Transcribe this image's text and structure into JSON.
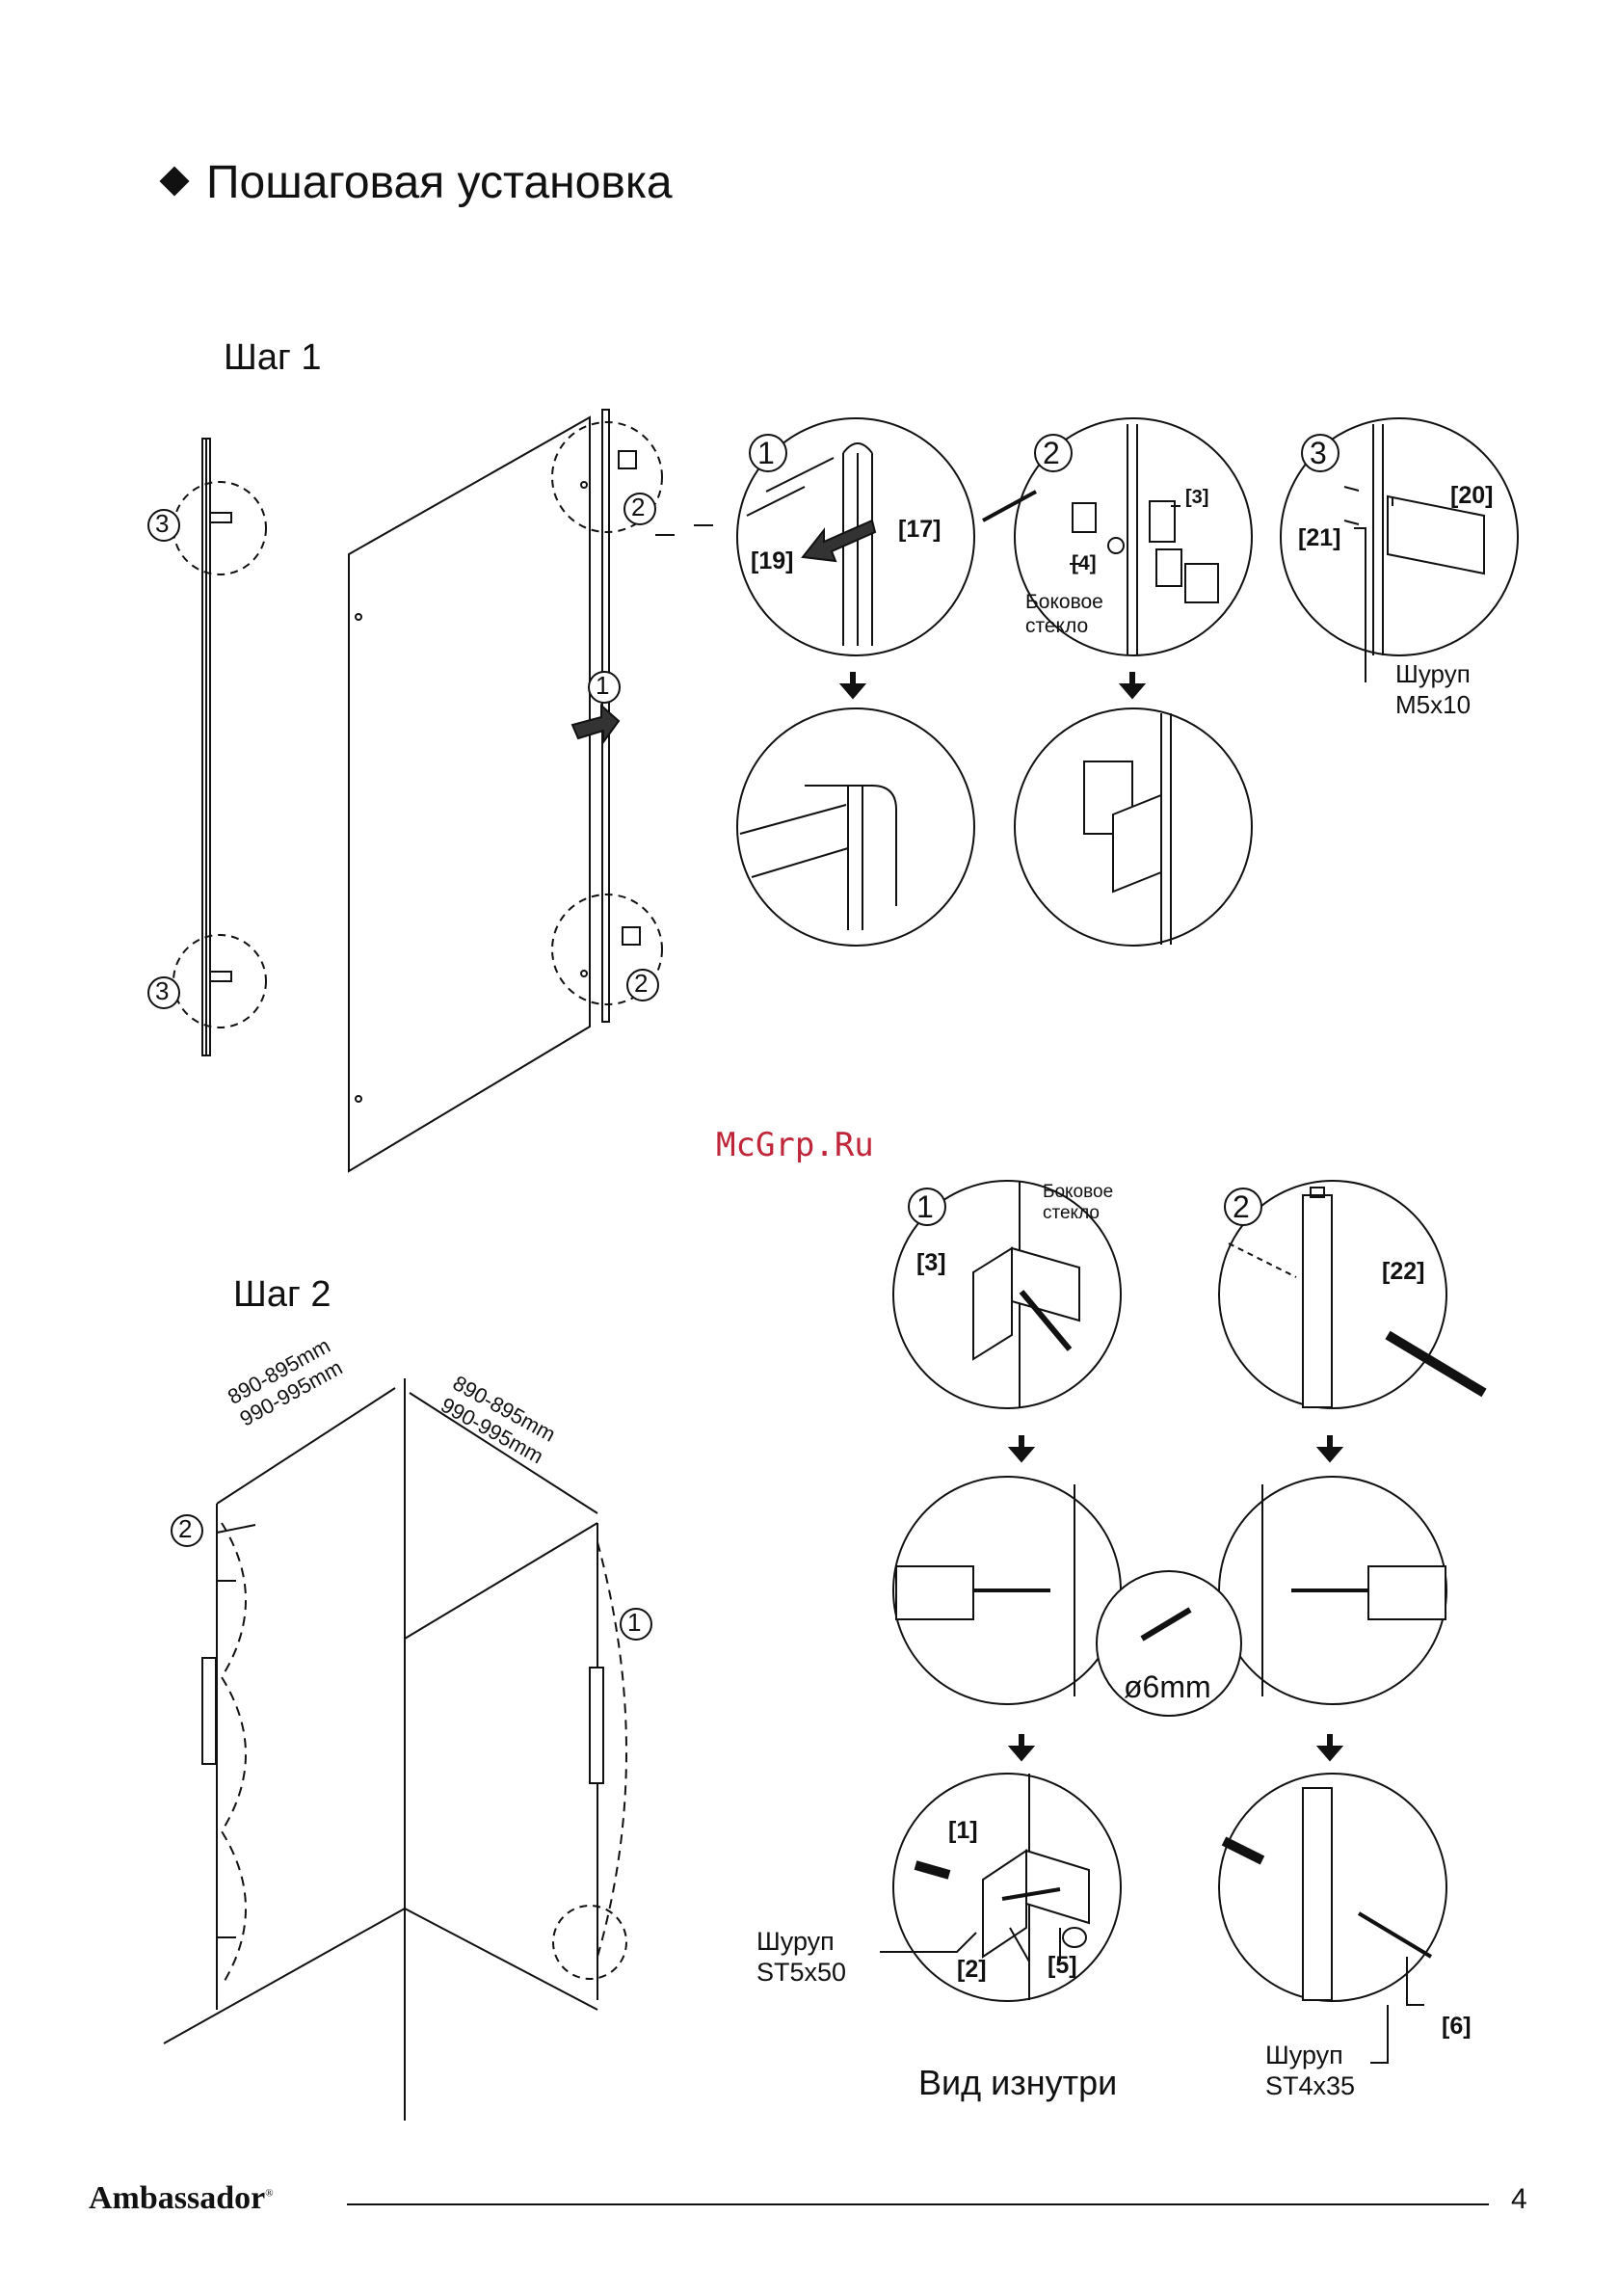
{
  "title": "Пошаговая установка",
  "step1": {
    "label": "Шаг 1",
    "markers": [
      "1",
      "2",
      "3"
    ],
    "detail_labels": {
      "d19": "[19]",
      "d17": "[17]",
      "d3": "[3]",
      "d4": "[4]",
      "d20": "[20]",
      "d21": "[21]"
    },
    "side_glass": [
      "Боковое",
      "стекло"
    ],
    "screw_m5": [
      "Шуруп",
      "M5x10"
    ]
  },
  "step2": {
    "label": "Шаг 2",
    "dim_left": [
      "890-895mm",
      "990-995mm"
    ],
    "dim_right": [
      "890-895mm",
      "990-995mm"
    ],
    "markers": [
      "1",
      "2"
    ],
    "side_glass": [
      "Боковое",
      "стекло"
    ],
    "detail_labels": {
      "d3": "[3]",
      "d22": "[22]",
      "d1": "[1]",
      "d2": "[2]",
      "d5": "[5]",
      "d6": "[6]"
    },
    "drill_size": "ø6mm",
    "screw_st5": [
      "Шуруп",
      "ST5x50"
    ],
    "screw_st4": [
      "Шуруп",
      "ST4x35"
    ],
    "inside_view": "Вид изнутри"
  },
  "watermark": "McGrp.Ru",
  "footer": {
    "brand": "Ambassador",
    "brand_mark": "®",
    "page": "4"
  }
}
